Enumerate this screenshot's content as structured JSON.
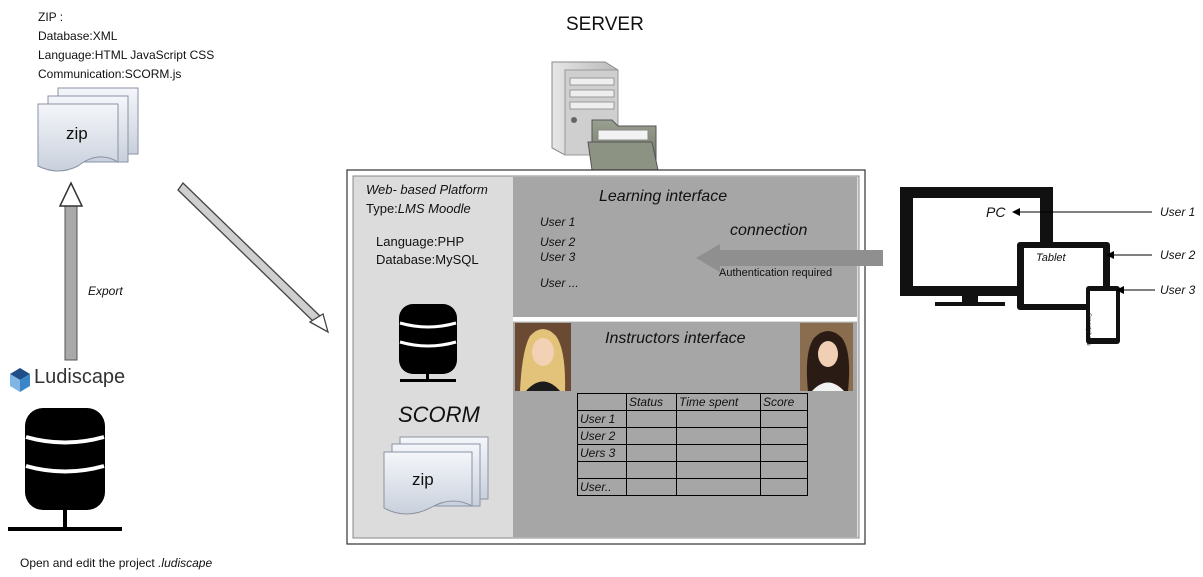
{
  "zip_info": {
    "title": "ZIP  :",
    "database": "Database:XML",
    "language": "Language:HTML JavaScript CSS",
    "communication": "Communication:SCORM.js"
  },
  "zip_label": "zip",
  "export_label": "Export",
  "ludiscape_label": "Ludiscape",
  "open_edit_prefix": "Open and edit the project ",
  "open_edit_ext": ".ludiscape",
  "server_label": "SERVER",
  "platform": {
    "line1": "Web- based Platform",
    "line2": "Type:LMS Moodle",
    "language": "Language:PHP",
    "database": "Database:MySQL",
    "scorm": "SCORM",
    "zip": "zip"
  },
  "learning": {
    "title": "Learning interface",
    "users": [
      "User 1",
      "User 2",
      "User 3",
      "User ..."
    ],
    "connection": "connection",
    "auth": "Authentication required"
  },
  "instructors": {
    "title": "Instructors interface",
    "headers": [
      "",
      "Status",
      "Time spent",
      "Score"
    ],
    "rows": [
      "User 1",
      "User 2",
      "Uers 3",
      "",
      "User.."
    ]
  },
  "devices": {
    "pc": "PC",
    "tablet": "Tablet",
    "smartphone": "Smartphone"
  },
  "device_users": [
    "User 1",
    "User 2",
    "User 3"
  ],
  "colors": {
    "platform_panel": "#dcdcdc",
    "interface_panel": "#a6a6a6",
    "arrow_gray": "#909090",
    "border": "#555555"
  }
}
